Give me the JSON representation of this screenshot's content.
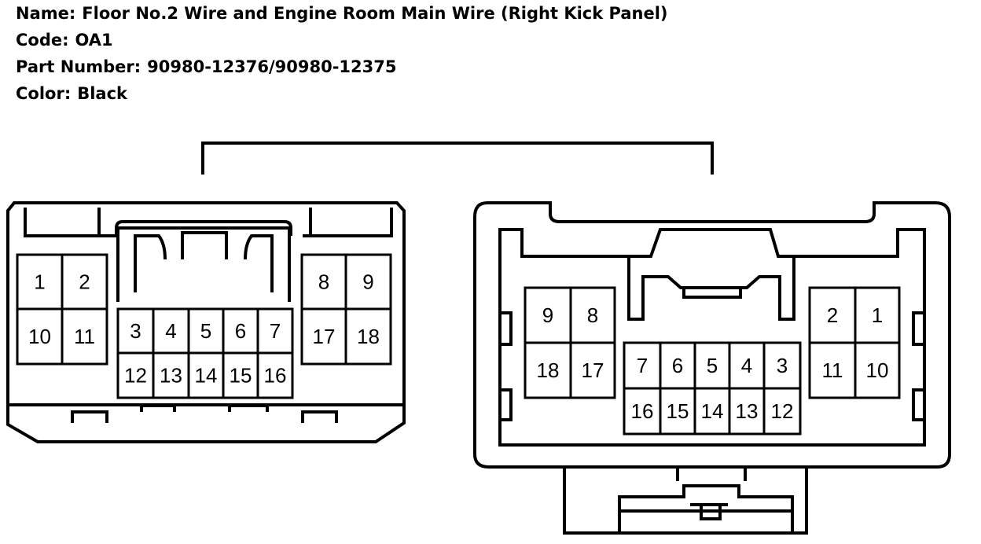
{
  "info": {
    "name_label": "Name:",
    "name_value": "Floor No.2 Wire and Engine Room Main Wire (Right Kick Panel)",
    "code_label": "Code:",
    "code_value": "OA1",
    "part_label": "Part Number:",
    "part_value": "90980-12376/90980-12375",
    "color_label": "Color:",
    "color_value": "Black"
  },
  "connectors": {
    "left": {
      "pins": [
        "1",
        "2",
        "10",
        "11",
        "3",
        "4",
        "5",
        "6",
        "7",
        "12",
        "13",
        "14",
        "15",
        "16",
        "8",
        "9",
        "17",
        "18"
      ]
    },
    "right": {
      "pins": [
        "9",
        "8",
        "18",
        "17",
        "7",
        "6",
        "5",
        "4",
        "3",
        "16",
        "15",
        "14",
        "13",
        "12",
        "2",
        "1",
        "11",
        "10"
      ]
    }
  }
}
